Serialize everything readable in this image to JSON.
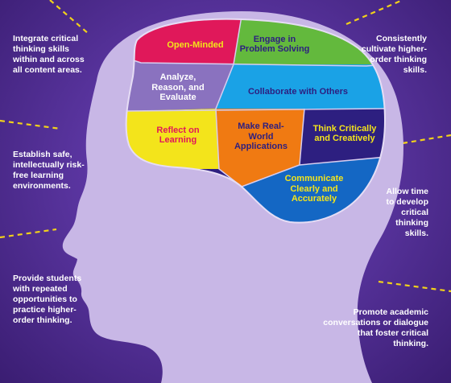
{
  "colors": {
    "background": "#5a35a0",
    "head": "#c8b7e6",
    "dash": "#f2d21a",
    "open_minded": "#e0185a",
    "engage": "#63b93d",
    "analyze": "#8a72bf",
    "collaborate": "#1aa2e6",
    "reflect": "#f3e41b",
    "make_real_world": "#f07a12",
    "think_critically": "#2d1f80",
    "communicate": "#1467c4"
  },
  "brain": {
    "open_minded": "Open-Minded",
    "engage": "Engage in Problem Solving",
    "analyze": "Analyze, Reason, and Evaluate",
    "collaborate": "Collaborate with Others",
    "reflect": "Reflect on Learning",
    "make_real_world": "Make Real-World Applications",
    "think_critically": "Think Critically and Creatively",
    "communicate": "Communicate Clearly and Accurately"
  },
  "tips": {
    "top_left": "Integrate critical thinking skills within and across all content areas.",
    "mid_left": "Establish safe, intellectually risk-free learning environments.",
    "bottom_left": "Provide students with repeated opportunities to practice higher-order thinking.",
    "top_right": "Consistently cultivate higher-order thinking skills.",
    "mid_right": "Allow time to develop critical thinking skills.",
    "bottom_right": "Promote academic conversations or dialogue that foster critical thinking."
  }
}
